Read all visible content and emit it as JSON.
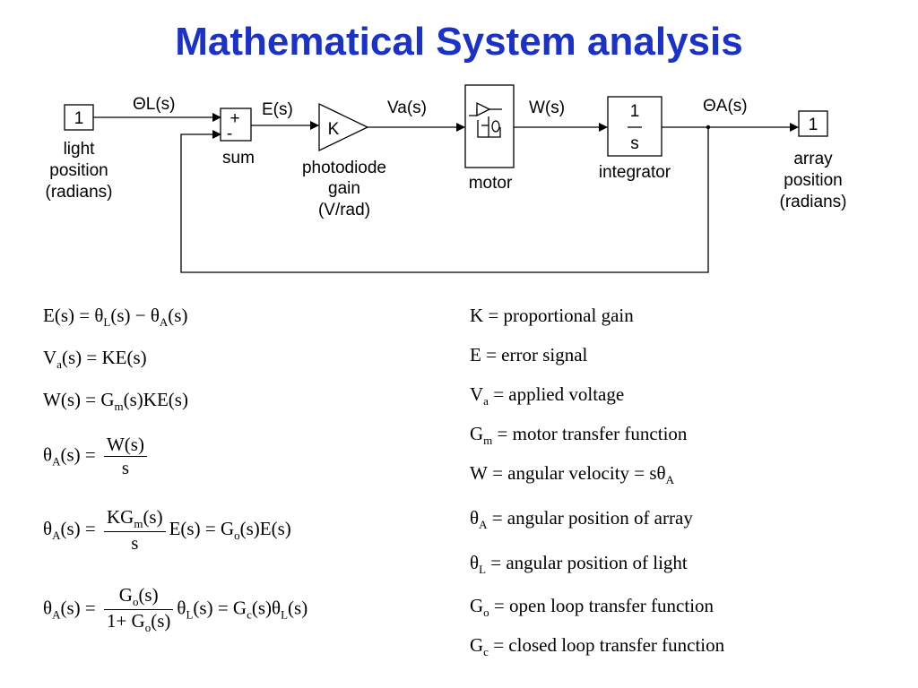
{
  "title": "Mathematical System analysis",
  "diagram": {
    "input": {
      "value": "1",
      "label": [
        "light",
        "position",
        "(radians)"
      ]
    },
    "sig_theta_l": "ΘL(s)",
    "sum": {
      "plus": "+",
      "minus": "-",
      "label": "sum"
    },
    "sig_e": "E(s)",
    "gain": {
      "symbol": "K",
      "label": [
        "photodiode",
        "gain",
        "(V/rad)"
      ]
    },
    "sig_va": "Va(s)",
    "motor": {
      "label": "motor"
    },
    "sig_w": "W(s)",
    "integrator": {
      "num": "1",
      "den": "s",
      "label": "integrator"
    },
    "sig_theta_a": "ΘA(s)",
    "output": {
      "value": "1",
      "label": [
        "array",
        "position",
        "(radians)"
      ]
    }
  },
  "equations": {
    "e1": {
      "lhs": "E(s) = θ",
      "s1": "L",
      "mid": "(s) − θ",
      "s2": "A",
      "rhs": "(s)"
    },
    "e2": {
      "lhs": "V",
      "s1": "a",
      "rhs": "(s) = KE(s)"
    },
    "e3": {
      "lhs": "W(s) = G",
      "s1": "m",
      "rhs": "(s)KE(s)"
    },
    "e4": {
      "lhs": "θ",
      "s1": "A",
      "mid": "(s) =",
      "num": "W(s)",
      "den": "s"
    },
    "e5": {
      "lhs": "θ",
      "s1": "A",
      "mid": "(s) =",
      "num_a": "KG",
      "num_sub": "m",
      "num_b": "(s)",
      "den": "s",
      "rhs_a": "E(s) = G",
      "rhs_sub": "o",
      "rhs_b": "(s)E(s)"
    },
    "e6": {
      "lhs": "θ",
      "s1": "A",
      "mid": "(s) =",
      "num_a": "G",
      "num_sub": "o",
      "num_b": "(s)",
      "den_a": "1+ G",
      "den_sub": "o",
      "den_b": "(s)",
      "rhs_a": "θ",
      "rhs_s1": "L",
      "rhs_b": "(s) = G",
      "rhs_s2": "c",
      "rhs_c": "(s)θ",
      "rhs_s3": "L",
      "rhs_d": "(s)"
    }
  },
  "definitions": [
    {
      "sym": "K",
      "sub": "",
      "text": " = proportional gain"
    },
    {
      "sym": "E",
      "sub": "",
      "text": " = error signal"
    },
    {
      "sym": "V",
      "sub": "a",
      "text": " = applied voltage"
    },
    {
      "sym": "G",
      "sub": "m",
      "text": " = motor transfer function"
    },
    {
      "sym": "W",
      "sub": "",
      "text": " = angular velocity =  sθ",
      "tail_sub": "A"
    },
    {
      "sym": "θ",
      "sub": "A",
      "text": " = angular position of array"
    },
    {
      "sym": "θ",
      "sub": "L",
      "text": " = angular position of light"
    },
    {
      "sym": "G",
      "sub": "o",
      "text": " = open loop transfer function"
    },
    {
      "sym": "G",
      "sub": "c",
      "text": " = closed loop transfer function"
    }
  ]
}
